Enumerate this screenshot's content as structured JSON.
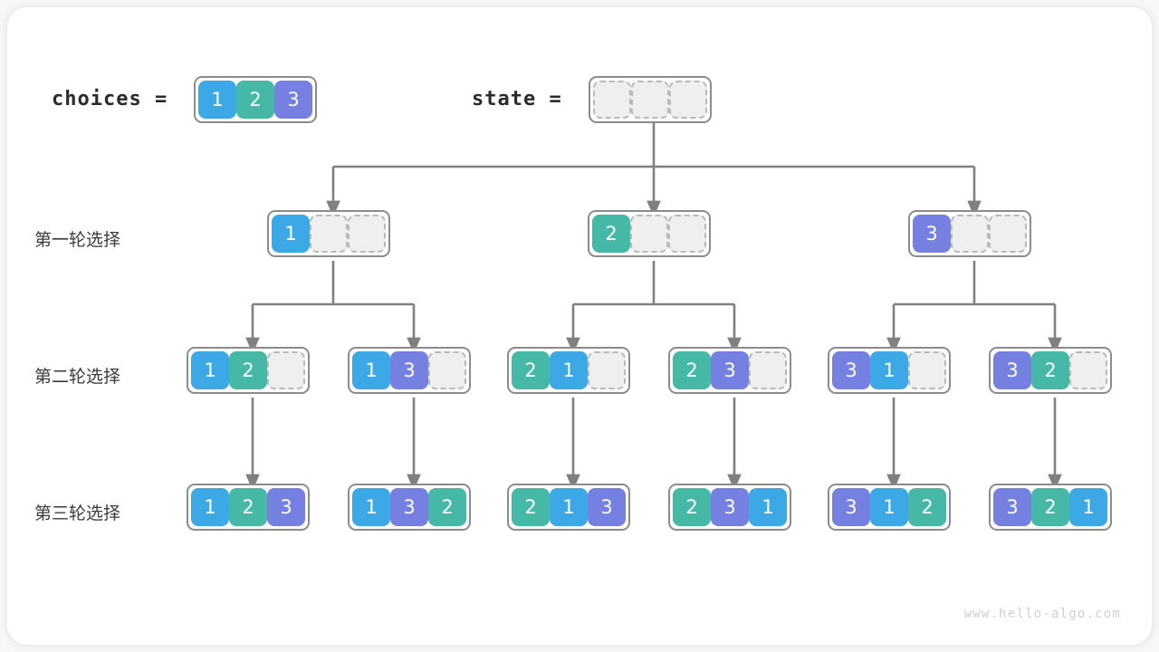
{
  "meta": {
    "watermark": "www.hello-algo.com",
    "colors": {
      "value1": "#3ca8e6",
      "value2": "#45b9a6",
      "value3": "#7680e0",
      "empty_fill": "#efefef",
      "empty_border": "#b9b9b9",
      "group_border": "#8c8c8c",
      "wire": "#808080",
      "card": "#ffffff",
      "page": "#f7f7f7"
    }
  },
  "header": {
    "choices_label": "choices =",
    "choices_values": [
      "1",
      "2",
      "3"
    ],
    "state_label": "state =",
    "state_values": [
      "",
      "",
      ""
    ]
  },
  "rows": [
    {
      "label": "第一轮选择",
      "nodes": [
        {
          "values": [
            "1",
            "",
            ""
          ]
        },
        {
          "values": [
            "2",
            "",
            ""
          ]
        },
        {
          "values": [
            "3",
            "",
            ""
          ]
        }
      ]
    },
    {
      "label": "第二轮选择",
      "nodes": [
        {
          "values": [
            "1",
            "2",
            ""
          ]
        },
        {
          "values": [
            "1",
            "3",
            ""
          ]
        },
        {
          "values": [
            "2",
            "1",
            ""
          ]
        },
        {
          "values": [
            "2",
            "3",
            ""
          ]
        },
        {
          "values": [
            "3",
            "1",
            ""
          ]
        },
        {
          "values": [
            "3",
            "2",
            ""
          ]
        }
      ]
    },
    {
      "label": "第三轮选择",
      "nodes": [
        {
          "values": [
            "1",
            "2",
            "3"
          ]
        },
        {
          "values": [
            "1",
            "3",
            "2"
          ]
        },
        {
          "values": [
            "2",
            "1",
            "3"
          ]
        },
        {
          "values": [
            "2",
            "3",
            "1"
          ]
        },
        {
          "values": [
            "3",
            "1",
            "2"
          ]
        },
        {
          "values": [
            "3",
            "2",
            "1"
          ]
        }
      ]
    }
  ]
}
